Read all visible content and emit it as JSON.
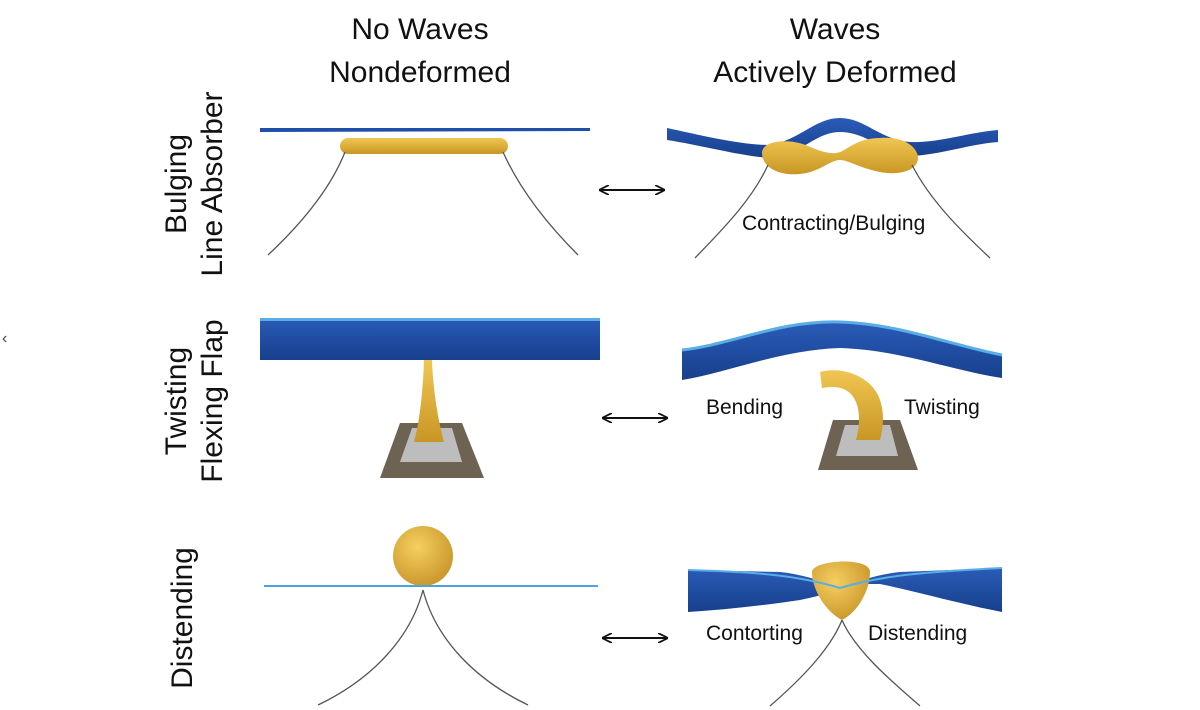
{
  "headers": {
    "left": {
      "line1": "No Waves",
      "line2": "Nondeformed"
    },
    "right": {
      "line1": "Waves",
      "line2": "Actively Deformed"
    }
  },
  "rows": [
    {
      "label_line1": "Bulging",
      "label_line2": "Line Absorber",
      "annotations": [
        "Contracting/Bulging"
      ]
    },
    {
      "label_line1": "Twisting",
      "label_line2": "Flexing Flap",
      "annotations": [
        "Bending",
        "Twisting"
      ]
    },
    {
      "label_line1": "Distending",
      "label_line2": "",
      "annotations": [
        "Contorting",
        "Distending"
      ]
    }
  ],
  "nav": {
    "glyph": "‹"
  },
  "icons": {
    "double_arrow": "double-arrow-icon",
    "nav": "chevron-left-icon"
  },
  "colors": {
    "water": "#1f4fa8",
    "water_light": "#5aaee6",
    "device": "#e0b13c",
    "device_dark": "#b88a1e",
    "tether": "#555555"
  }
}
